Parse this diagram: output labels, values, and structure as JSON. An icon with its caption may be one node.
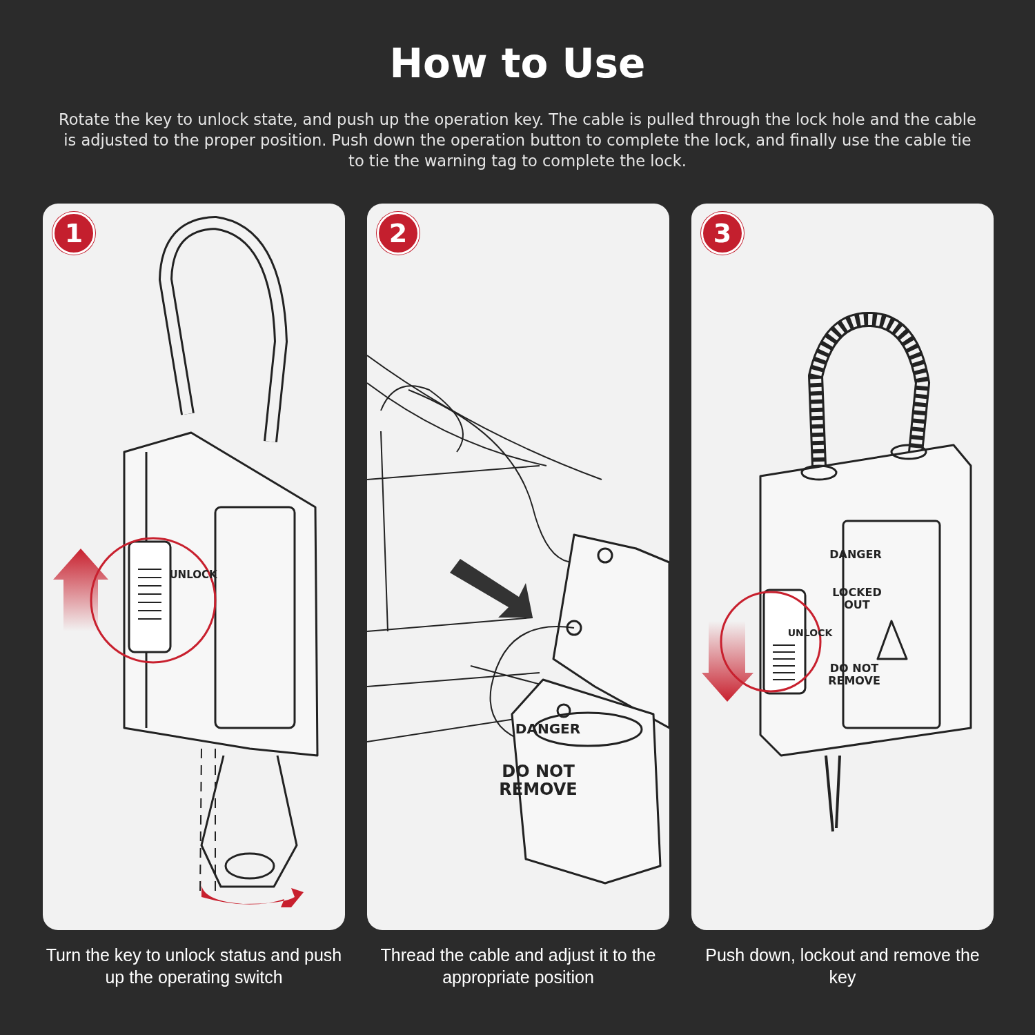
{
  "diagram": {
    "title": "How to Use",
    "nodes": [
      {
        "text": [
          "1"
        ],
        "beside": [
          "Turn the key to unlock status and push up the operating switch"
        ]
      },
      {
        "text": [
          "2"
        ],
        "beside": [
          "Thread the cable and adjust it to the appropriate position"
        ]
      },
      {
        "text": [
          "3"
        ],
        "beside": [
          "Push down, lockout and remove the key"
        ]
      }
    ],
    "labels": [
      "Rotate the key to unlock state, and push up the operation key. The cable is pulled through the lock hole and the cable is adjusted to the proper position. Push down the operation button to complete the lock, and finally use the cable tie to tie the warning tag to complete the lock.",
      "UNLOCK",
      "DANGER",
      "DO NOT REMOVE",
      "DANGER",
      "LOCKED OUT",
      "DO NOT REMOVE",
      "UNLOCK"
    ]
  }
}
